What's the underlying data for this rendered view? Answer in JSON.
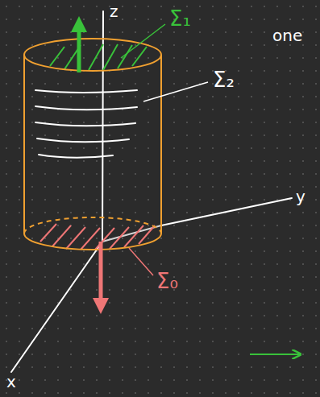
{
  "diagram": {
    "labels": [
      "z",
      "Σ₁",
      "one",
      "Σ₂",
      "y",
      "Σ₀",
      "x"
    ]
  }
}
